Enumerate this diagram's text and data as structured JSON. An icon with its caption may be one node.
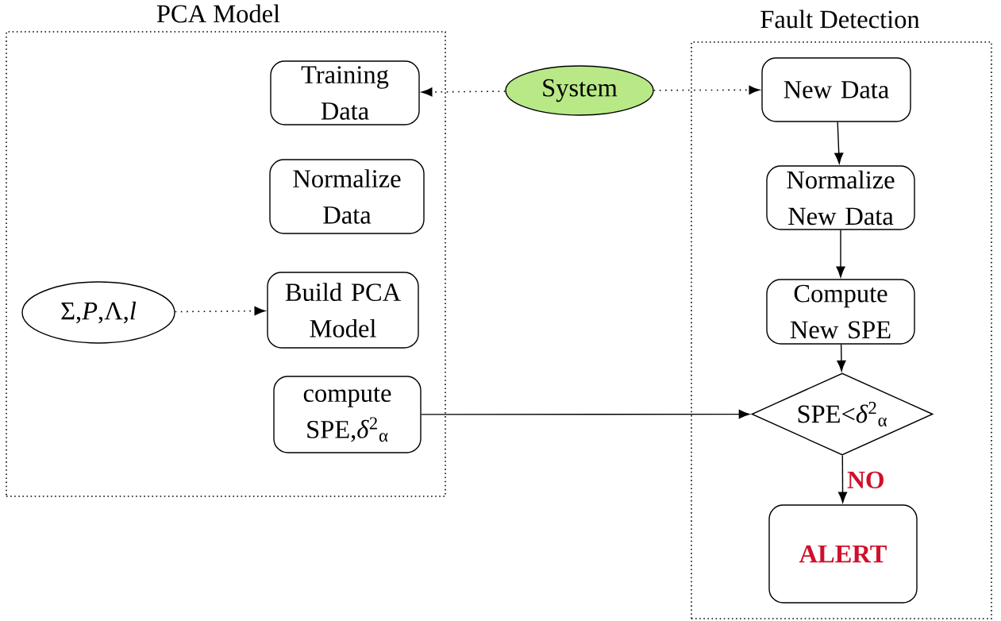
{
  "diagram": {
    "nodes": [
      {
        "text": [
          "PCA Model"
        ]
      },
      {
        "text": [
          "Training Data"
        ],
        "in": 0
      },
      {
        "text": [
          "Normalize Data"
        ],
        "in": 0
      },
      {
        "text": [
          "Build PCA Model"
        ],
        "in": 0
      },
      {
        "text": [
          "compute SPE,*δ*$^{2}$$_{α}$"
        ],
        "in": 0
      },
      {
        "text": [
          "Σ,*P*,Λ,*l*"
        ],
        "in": 0
      },
      {
        "text": [
          "System"
        ]
      },
      {
        "text": [
          "Fault Detection"
        ]
      },
      {
        "text": [
          "New Data"
        ],
        "in": 7
      },
      {
        "text": [
          "Normalize New Data"
        ],
        "in": 7
      },
      {
        "text": [
          "Compute New SPE"
        ],
        "in": 7
      },
      {
        "text": [
          "SPE<*δ*$^{2}$$_{α}$"
        ],
        "in": 7
      },
      {
        "text": [
          "ALERT"
        ],
        "in": 7
      }
    ],
    "edges": [
      {
        "from": 6,
        "to": 1,
        "arrow": "to",
        "style": "dashed"
      },
      {
        "from": 6,
        "to": 8,
        "arrow": "to",
        "style": "dashed"
      },
      {
        "from": 5,
        "to": 3,
        "arrow": "to",
        "style": "dashed"
      },
      {
        "from": 4,
        "to": 11,
        "arrow": "to"
      },
      {
        "from": 8,
        "to": 9,
        "arrow": "to"
      },
      {
        "from": 9,
        "to": 10,
        "arrow": "to"
      },
      {
        "from": 10,
        "to": 11,
        "arrow": "to"
      },
      {
        "from": 11,
        "to": 12,
        "arrow": "to",
        "label": "NO"
      }
    ]
  }
}
